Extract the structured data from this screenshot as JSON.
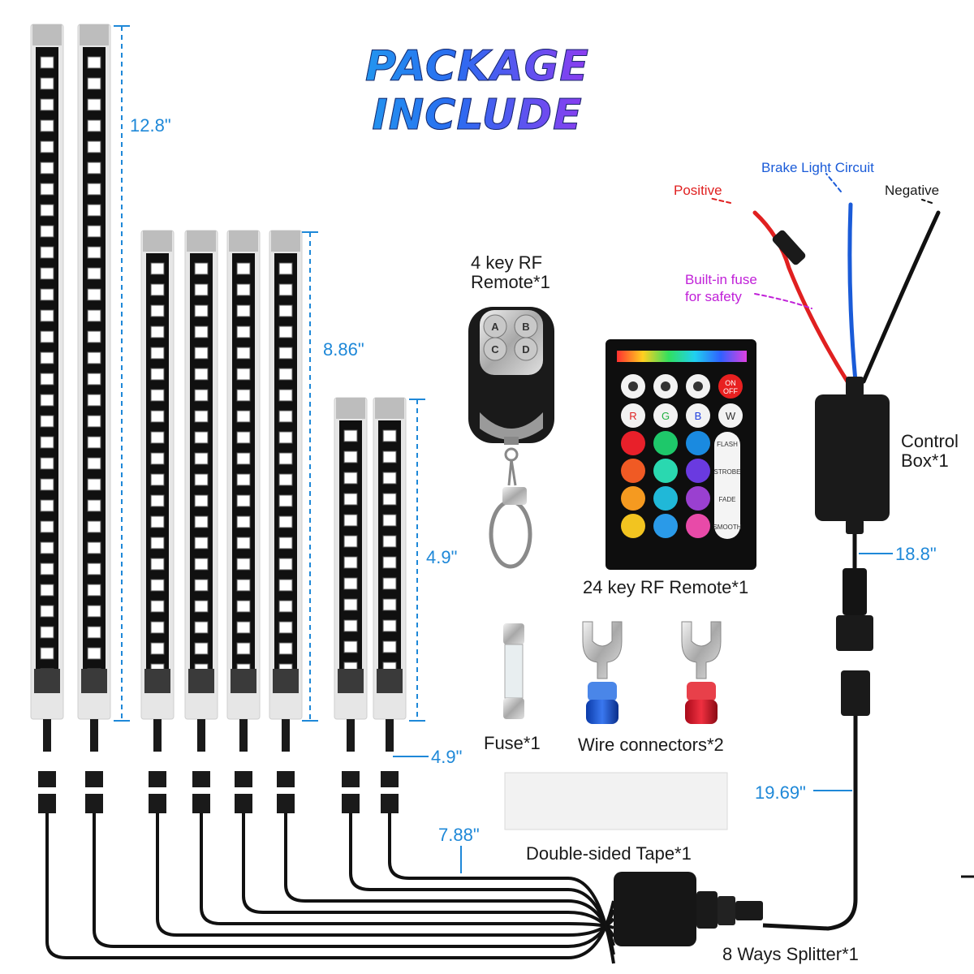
{
  "title": "PACKAGE INCLUDE",
  "lengths": {
    "long_strip": "12.8\"",
    "medium_strip": "8.86\"",
    "short_strip": "4.9\"",
    "strip_lead": "4.9\"",
    "splitter_lead": "7.88\"",
    "control_box_lead": "18.8\"",
    "main_cable": "19.69\""
  },
  "items": {
    "rf4_remote": "4 key RF\nRemote*1",
    "rf24_remote": "24 key RF Remote*1",
    "control_box": "Control\nBox*1",
    "fuse": "Fuse*1",
    "wire_connectors": "Wire connectors*2",
    "tape": "Double-sided Tape*1",
    "splitter": "8 Ways Splitter*1"
  },
  "wiring": {
    "positive": "Positive",
    "brake": "Brake Light Circuit",
    "negative": "Negative",
    "fuse_note": "Built-in fuse\nfor safety"
  },
  "remote4_keys": [
    "A",
    "B",
    "C",
    "D"
  ],
  "remote24": {
    "row1": [
      "brightness-down-icon",
      "brightness-up-icon",
      "music-note-icon",
      "ON OFF"
    ],
    "rgbw": [
      "R",
      "G",
      "B",
      "W"
    ],
    "modes": [
      "FLASH",
      "STROBE",
      "FADE",
      "SMOOTH"
    ],
    "color_grid": [
      "#e8202a",
      "#1ec86a",
      "#1a8ae0",
      "#f05a24",
      "#2ad8b0",
      "#6a3ae0",
      "#f59a20",
      "#20b8d8",
      "#9a40d0",
      "#f2c420",
      "#2a9ae8",
      "#e84aa8"
    ]
  },
  "colors": {
    "dimension": "#1e88d8",
    "positive_wire": "#e02020",
    "brake_wire": "#1a5bd8",
    "negative_wire": "#111111",
    "fuse_note": "#c020d8"
  }
}
